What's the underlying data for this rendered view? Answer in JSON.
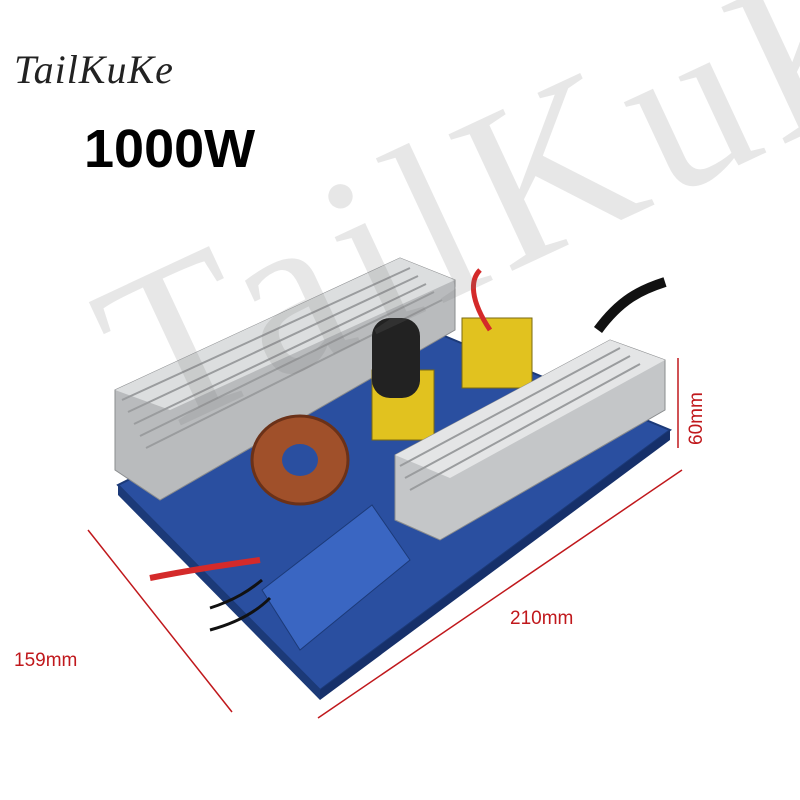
{
  "brand": "TailKuKe",
  "power_rating": "1000W",
  "dimensions": {
    "depth": "159mm",
    "length": "210mm",
    "height": "60mm"
  },
  "watermark": "TailKuKe",
  "colors": {
    "dimension_lines": "#c0181c",
    "pcb": "#2a4fa0",
    "heatsink": "#c9cbcc"
  }
}
